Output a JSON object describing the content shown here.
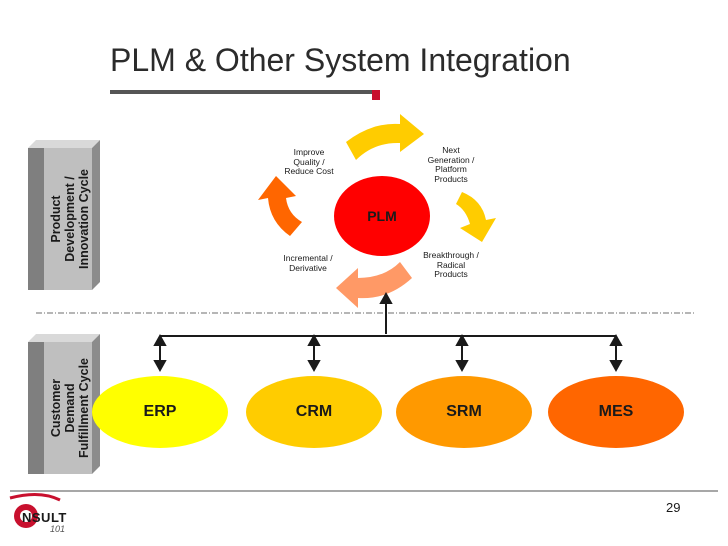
{
  "slide": {
    "title": "PLM & Other System Integration",
    "page_number": "29"
  },
  "side_labels": {
    "top": "Product\nDevelopment /\nInnovation Cycle",
    "bottom": "Customer\nDemand\nFulfillment Cycle"
  },
  "cycle": {
    "center": "PLM",
    "stages": {
      "improve": "Improve\nQuality /\nReduce Cost",
      "next_gen": "Next\nGeneration /\nPlatform\nProducts",
      "breakthrough": "Breakthrough /\nRadical\nProducts",
      "incremental": "Incremental /\nDerivative"
    }
  },
  "systems": [
    {
      "label": "ERP"
    },
    {
      "label": "CRM"
    },
    {
      "label": "SRM"
    },
    {
      "label": "MES"
    }
  ],
  "logo": {
    "text": "NSULT",
    "sub": "101",
    "initial": "O"
  },
  "colors": {
    "yellow": "#ffff00",
    "plm_red": "#ff0000",
    "arrow_gold": "#ffcc00",
    "arrow_orange": "#ff6600",
    "arrow_light": "#ff9966",
    "side_box": "#bfbfbf",
    "logo_red": "#c8102e"
  }
}
